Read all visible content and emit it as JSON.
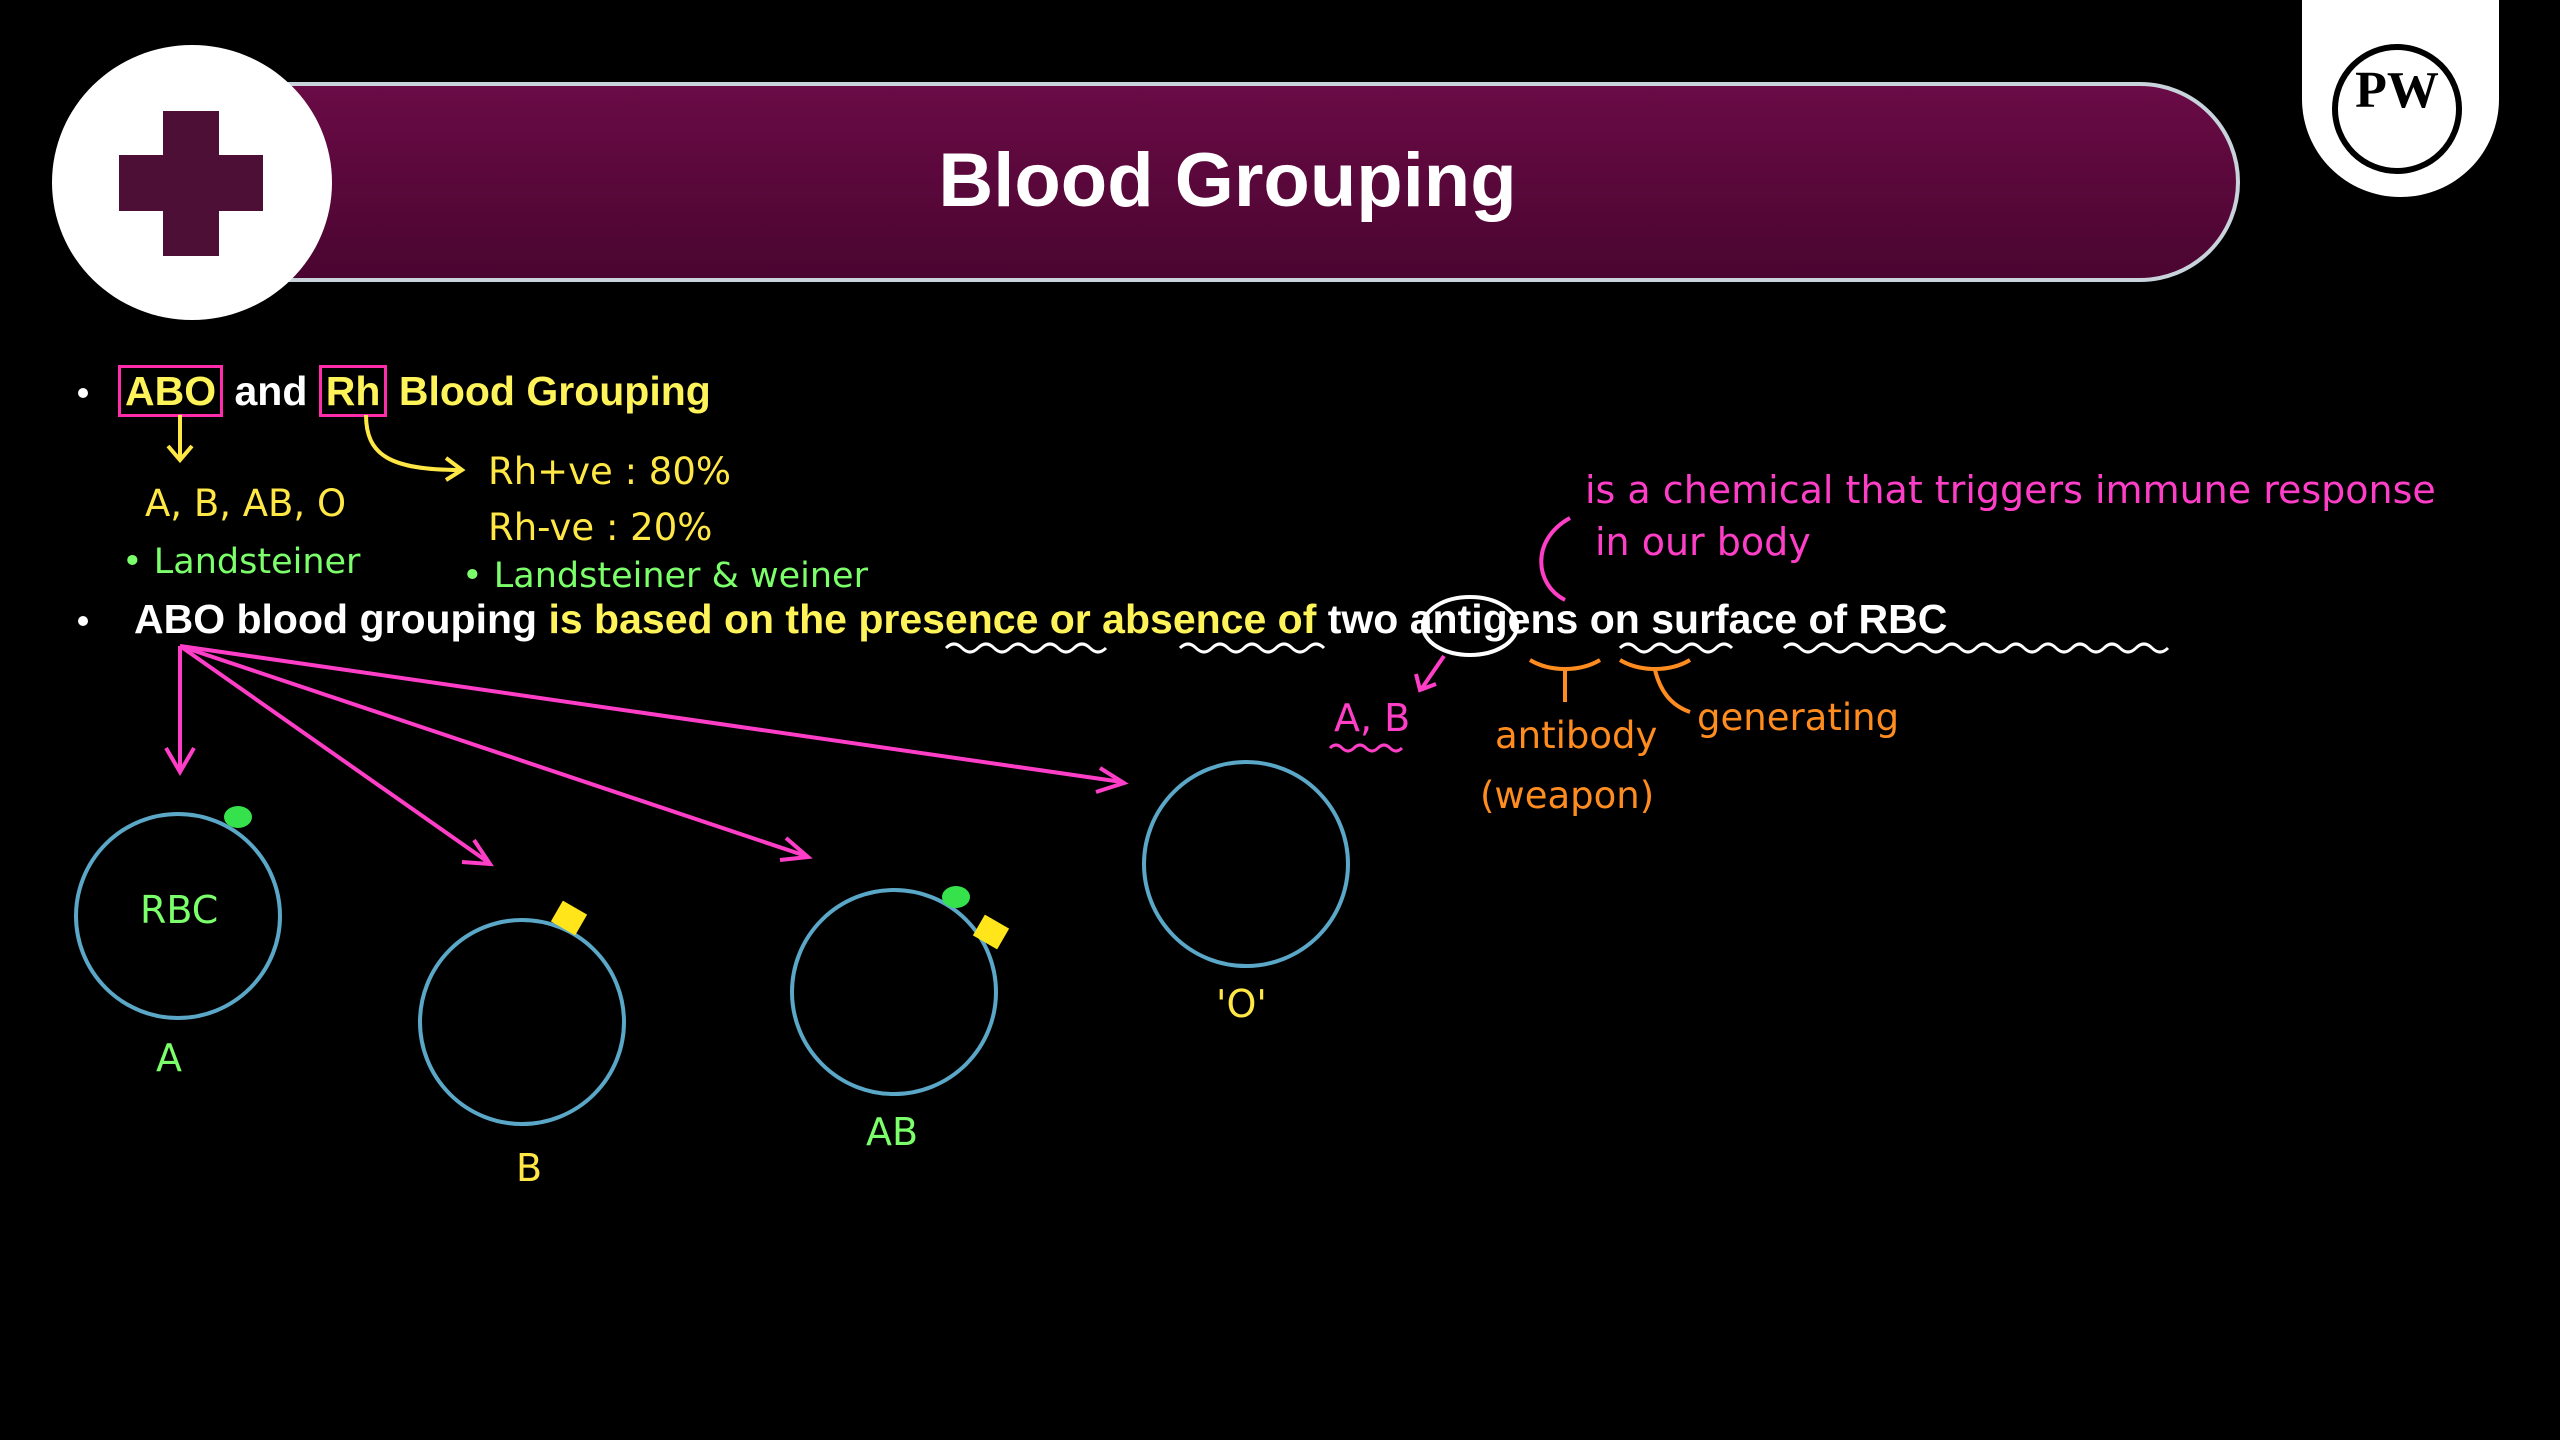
{
  "header": {
    "title": "Blood Grouping"
  },
  "logo": {
    "text": "PW"
  },
  "bullets": {
    "line1": {
      "abo": "ABO",
      "and": " and ",
      "rh": "Rh",
      "rest": " Blood Grouping"
    },
    "line2": {
      "part1": "ABO blood grouping",
      "part2": " is based on the ",
      "presence": "presence",
      "or": " or ",
      "absence": "absence",
      "of": " of ",
      "two": "two",
      "antigens": " antigens",
      "on": " on ",
      "surface": "surface of RBC"
    }
  },
  "notes": {
    "abo_types": "A, B, AB, O",
    "abo_discoverer": "• Landsteiner",
    "rh_pos": "Rh+ve : 80%",
    "rh_neg": "Rh-ve : 20%",
    "rh_discoverer": "• Landsteiner & weiner",
    "antigen_def_1": "is a chemical that triggers immune response",
    "antigen_def_2": "in our body",
    "two_ab": "A, B",
    "antibody": "antibody",
    "weapon": "(weapon)",
    "generating": "generating"
  },
  "cells": {
    "a_inner": "RBC",
    "a_label": "A",
    "b_label": "B",
    "ab_label": "AB",
    "o_label": "'O'"
  },
  "colors": {
    "banner": "#5a0a3b",
    "pink": "#ff3ec8",
    "yellow": "#fff35a",
    "green": "#7bff6a",
    "orange": "#ff8c1f",
    "cell_border": "#5aa7c7"
  }
}
